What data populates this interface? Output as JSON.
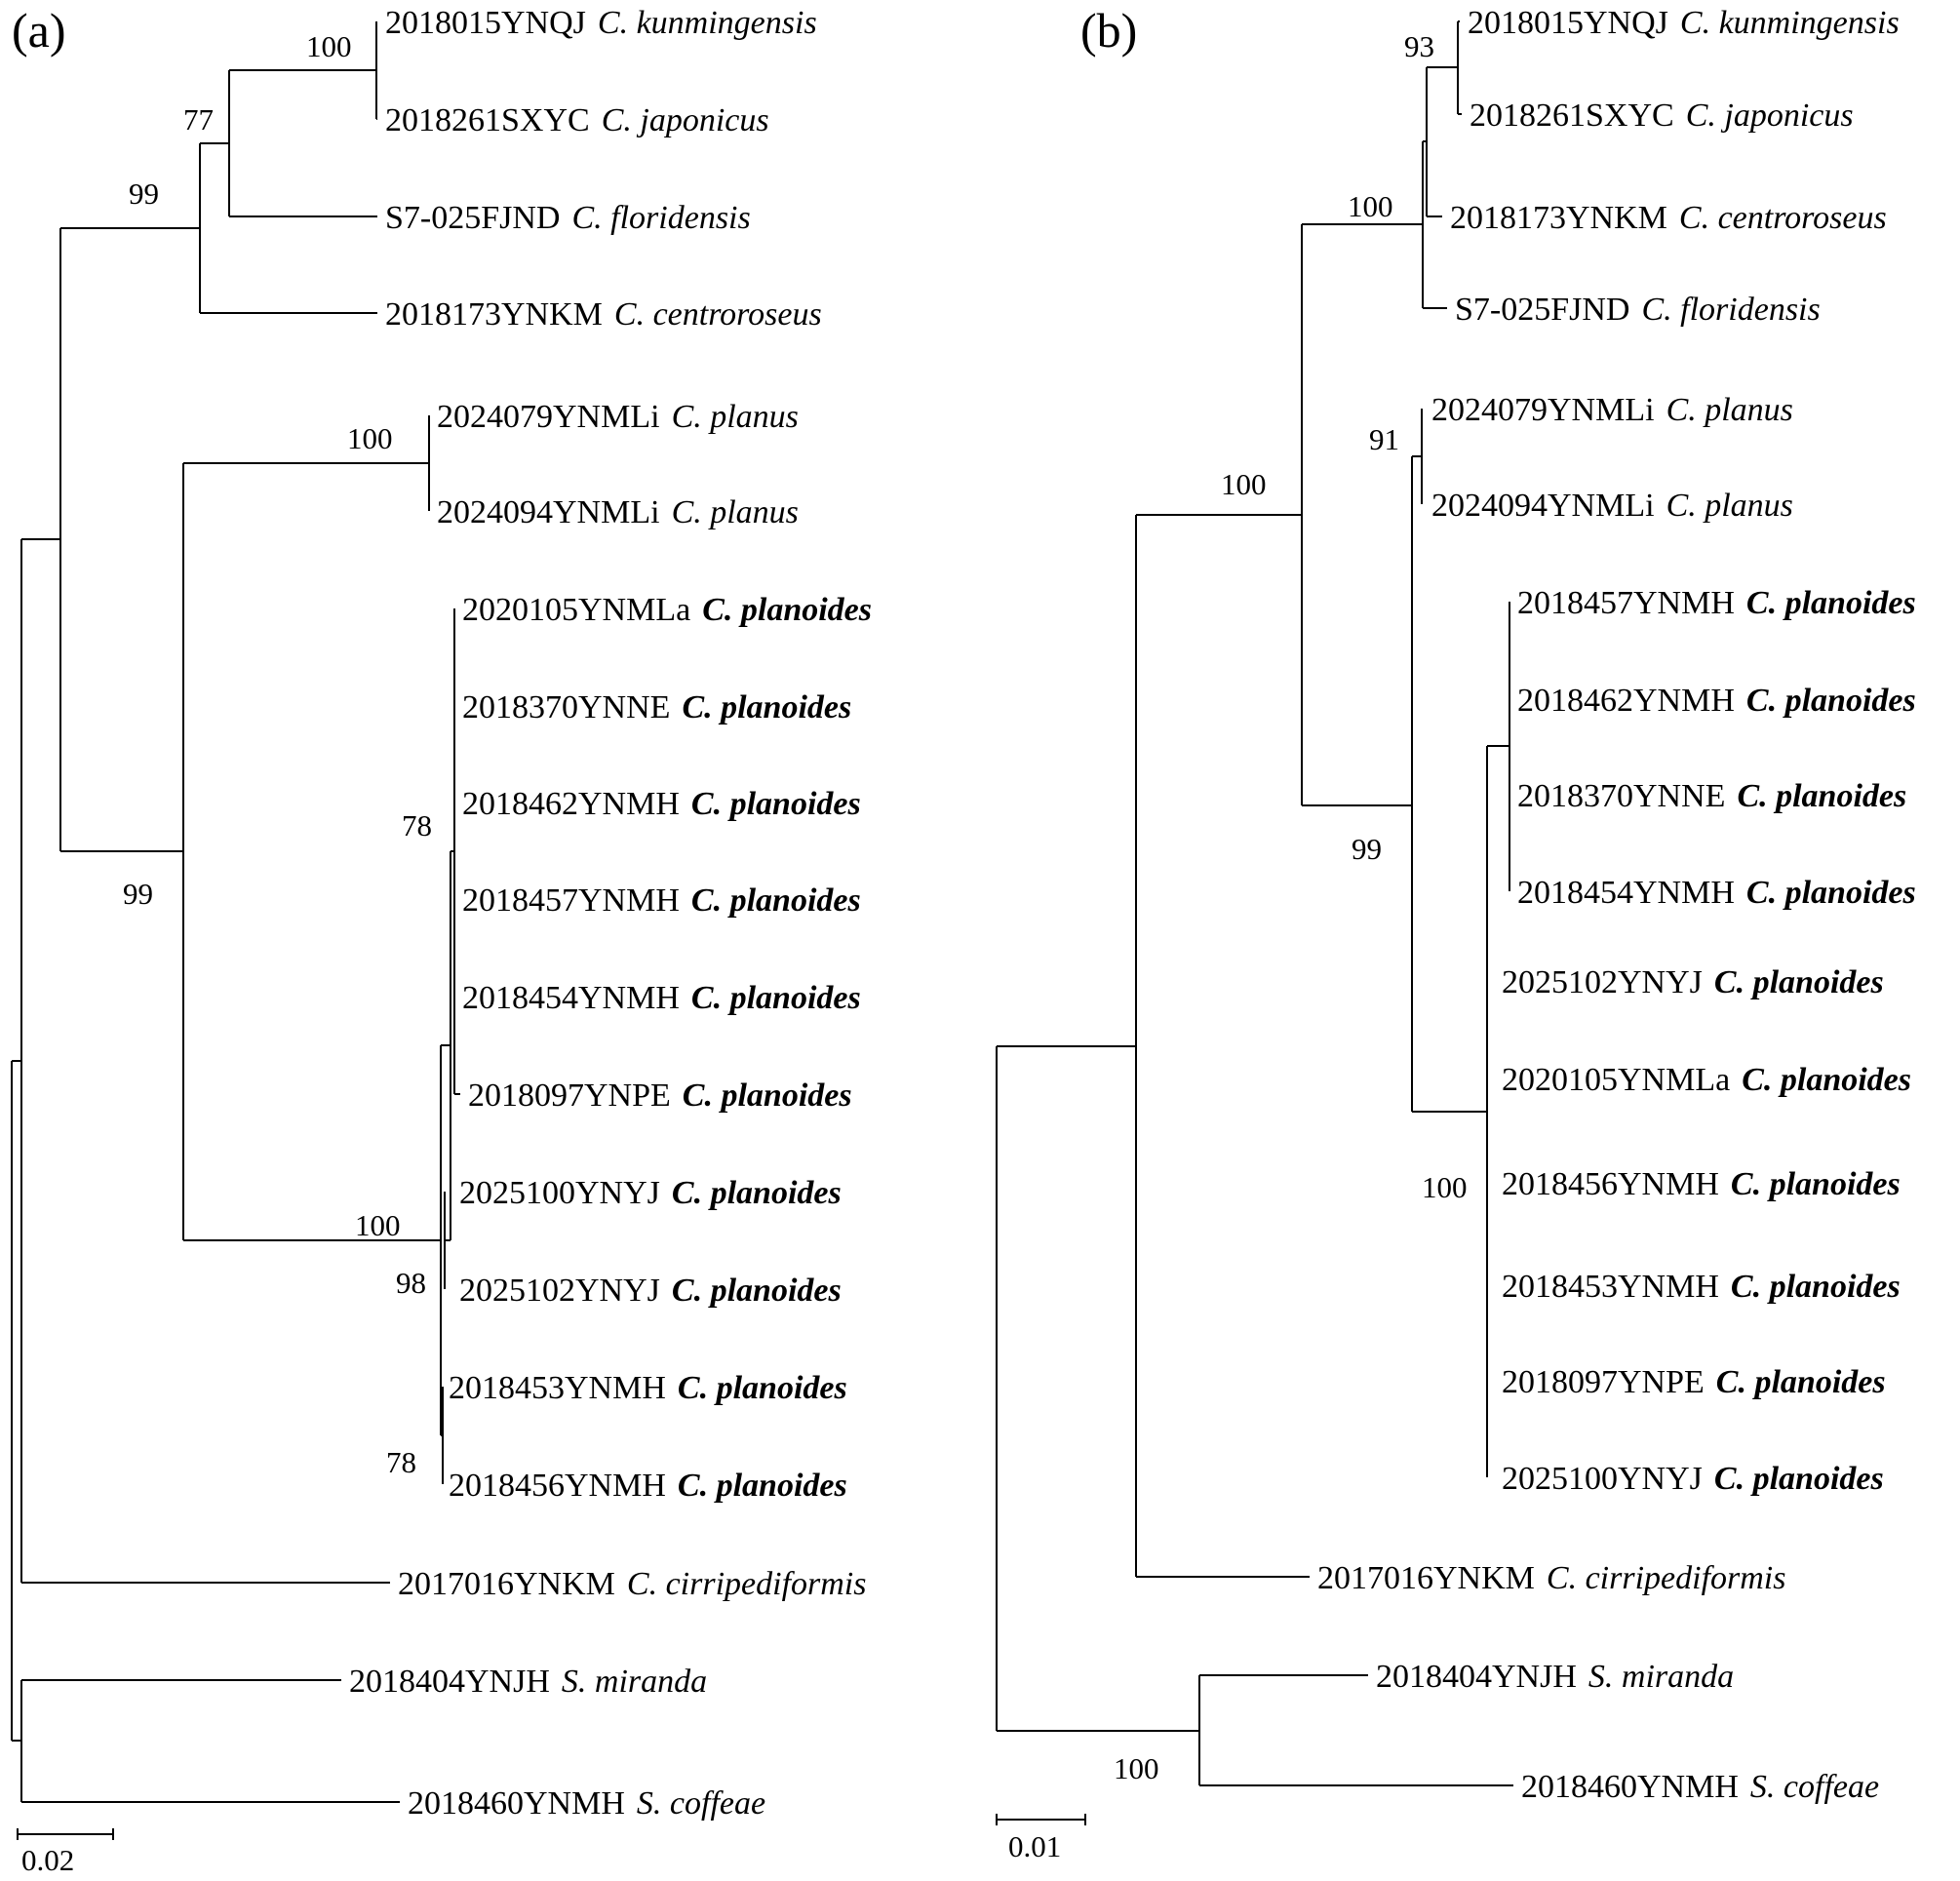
{
  "colors": {
    "line": "#000000",
    "text": "#000000",
    "background": "#ffffff"
  },
  "panels": [
    {
      "label": "(a)",
      "scale_label": "0.02",
      "tips": [
        {
          "id": "2018015YNQJ",
          "species": "C. kunmingensis",
          "bold": false
        },
        {
          "id": "2018261SXYC",
          "species": "C. japonicus",
          "bold": false
        },
        {
          "id": "S7-025FJND",
          "species": "C. floridensis",
          "bold": false
        },
        {
          "id": "2018173YNKM",
          "species": "C. centroroseus",
          "bold": false
        },
        {
          "id": "2024079YNMLi",
          "species": "C. planus",
          "bold": false
        },
        {
          "id": "2024094YNMLi",
          "species": "C. planus",
          "bold": false
        },
        {
          "id": "2020105YNMLa",
          "species": "C. planoides",
          "bold": true
        },
        {
          "id": "2018370YNNE",
          "species": "C. planoides",
          "bold": true
        },
        {
          "id": "2018462YNMH",
          "species": "C. planoides",
          "bold": true
        },
        {
          "id": "2018457YNMH",
          "species": "C. planoides",
          "bold": true
        },
        {
          "id": "2018454YNMH",
          "species": "C. planoides",
          "bold": true
        },
        {
          "id": "2018097YNPE",
          "species": "C. planoides",
          "bold": true
        },
        {
          "id": "2025100YNYJ",
          "species": "C. planoides",
          "bold": true
        },
        {
          "id": "2025102YNYJ",
          "species": "C. planoides",
          "bold": true
        },
        {
          "id": "2018453YNMH",
          "species": "C. planoides",
          "bold": true
        },
        {
          "id": "2018456YNMH",
          "species": "C. planoides",
          "bold": true
        },
        {
          "id": "2017016YNKM",
          "species": "C. cirripediformis",
          "bold": false
        },
        {
          "id": "2018404YNJH",
          "species": "S. miranda",
          "bold": false
        },
        {
          "id": "2018460YNMH",
          "species": "S. coffeae",
          "bold": false
        }
      ],
      "support_values": [
        "100",
        "77",
        "99",
        "100",
        "78",
        "99",
        "100",
        "98",
        "78"
      ]
    },
    {
      "label": "(b)",
      "scale_label": "0.01",
      "tips": [
        {
          "id": "2018015YNQJ",
          "species": "C. kunmingensis",
          "bold": false
        },
        {
          "id": "2018261SXYC",
          "species": "C. japonicus",
          "bold": false
        },
        {
          "id": "2018173YNKM",
          "species": "C. centroroseus",
          "bold": false
        },
        {
          "id": "S7-025FJND",
          "species": "C. floridensis",
          "bold": false
        },
        {
          "id": "2024079YNMLi",
          "species": "C. planus",
          "bold": false
        },
        {
          "id": "2024094YNMLi",
          "species": "C. planus",
          "bold": false
        },
        {
          "id": "2018457YNMH",
          "species": "C. planoides",
          "bold": true
        },
        {
          "id": "2018462YNMH",
          "species": "C. planoides",
          "bold": true
        },
        {
          "id": "2018370YNNE",
          "species": "C. planoides",
          "bold": true
        },
        {
          "id": "2018454YNMH",
          "species": "C. planoides",
          "bold": true
        },
        {
          "id": "2025102YNYJ",
          "species": "C. planoides",
          "bold": true
        },
        {
          "id": "2020105YNMLa",
          "species": "C. planoides",
          "bold": true
        },
        {
          "id": "2018456YNMH",
          "species": "C. planoides",
          "bold": true
        },
        {
          "id": "2018453YNMH",
          "species": "C. planoides",
          "bold": true
        },
        {
          "id": "2018097YNPE",
          "species": "C. planoides",
          "bold": true
        },
        {
          "id": "2025100YNYJ",
          "species": "C. planoides",
          "bold": true
        },
        {
          "id": "2017016YNKM",
          "species": "C. cirripediformis",
          "bold": false
        },
        {
          "id": "2018404YNJH",
          "species": "S. miranda",
          "bold": false
        },
        {
          "id": "2018460YNMH",
          "species": "S. coffeae",
          "bold": false
        }
      ],
      "support_values": [
        "93",
        "100",
        "100",
        "91",
        "99",
        "100",
        "100"
      ]
    }
  ]
}
